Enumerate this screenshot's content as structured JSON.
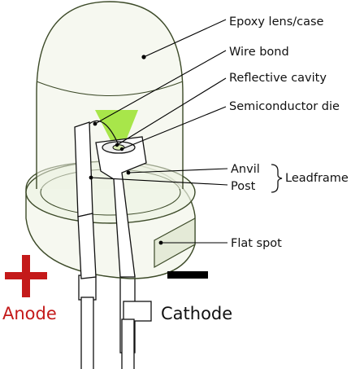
{
  "labels": {
    "epoxy": "Epoxy lens/case",
    "wire_bond": "Wire bond",
    "reflective_cavity": "Reflective cavity",
    "die": "Semiconductor die",
    "anvil": "Anvil",
    "post": "Post",
    "leadframe": "Leadframe",
    "flat_spot": "Flat spot",
    "anode": "Anode",
    "cathode": "Cathode"
  },
  "colors": {
    "casing_tint": "#eef3e4",
    "casing_stroke": "#3c4a28",
    "light_cone": "#a8e64a",
    "anode_red": "#c41a1a",
    "cathode_black": "#000000"
  },
  "icons": {
    "anode_symbol": "plus-sign",
    "cathode_symbol": "minus-sign"
  }
}
